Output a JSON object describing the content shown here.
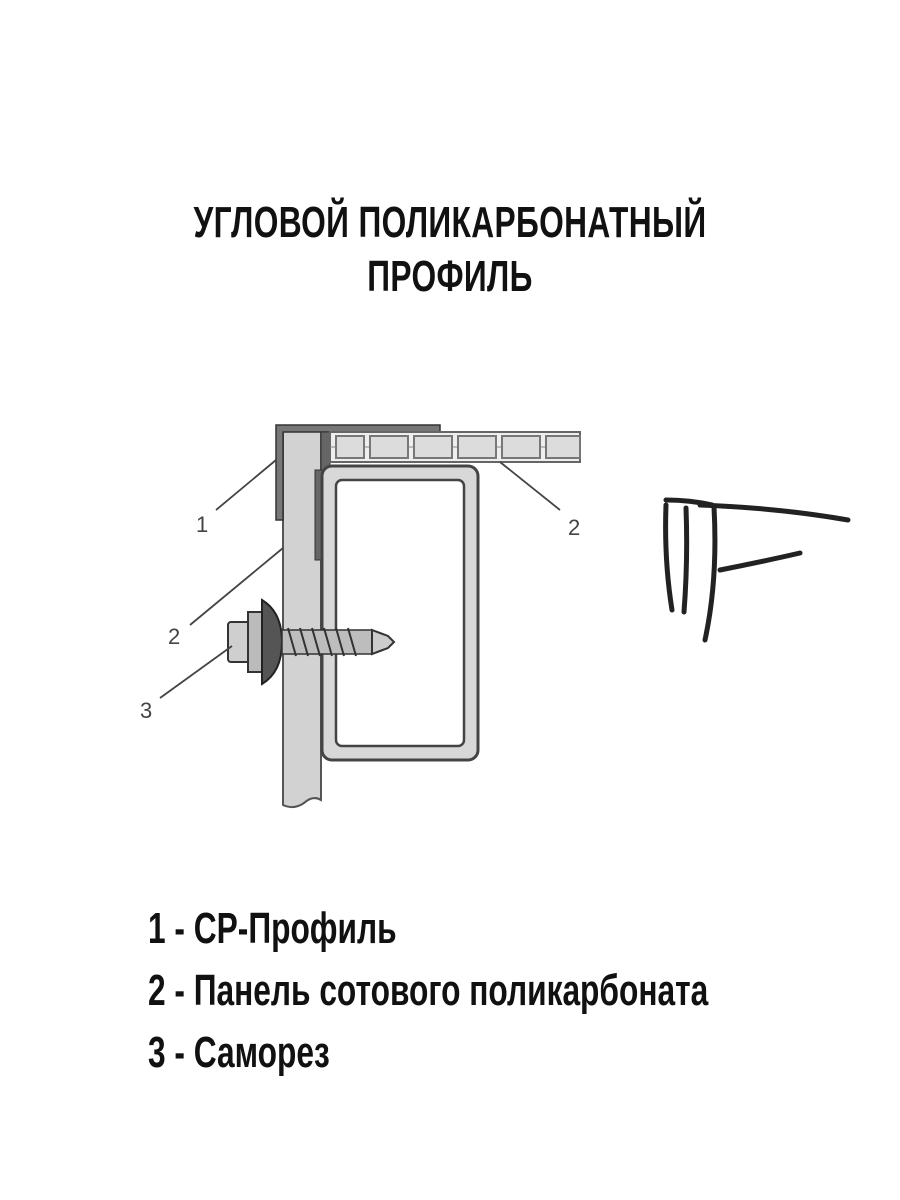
{
  "title": {
    "line1": "УГЛОВОЙ ПОЛИКАРБОНАТНЫЙ",
    "line2": "ПРОФИЛЬ"
  },
  "diagram": {
    "callouts": [
      "1",
      "2",
      "2",
      "3"
    ]
  },
  "legend": [
    "1 - СР-Профиль",
    "2 - Панель сотового поликарбоната",
    "3 - Саморез"
  ]
}
